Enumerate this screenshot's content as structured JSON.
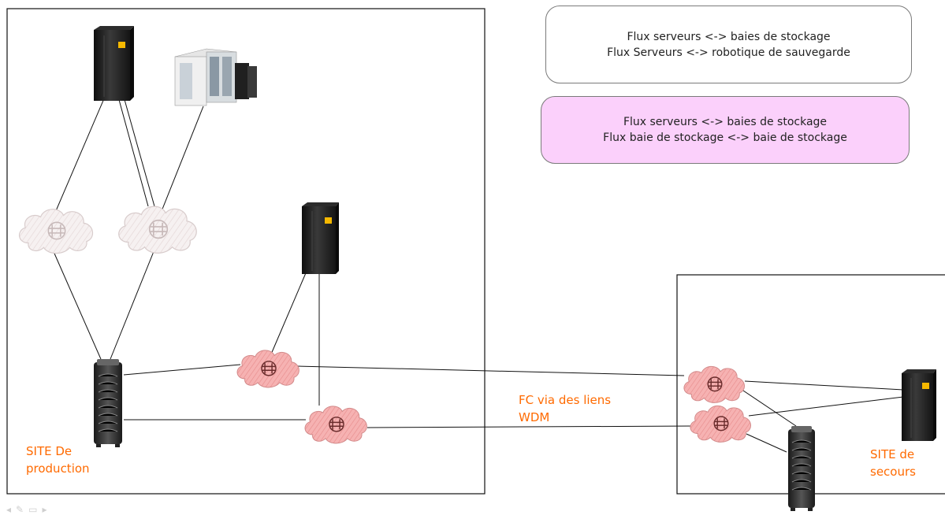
{
  "legend": {
    "box1": {
      "line1": "Flux serveurs <-> baies de stockage",
      "line2": "Flux Serveurs <-> robotique de sauvegarde",
      "fill": "#ffffff"
    },
    "box2": {
      "line1": "Flux serveurs <-> baies de stockage",
      "line2": "Flux baie de stockage <-> baie de stockage",
      "fill": "#fbd0fb"
    }
  },
  "labels": {
    "site_production_line1": "SITE De",
    "site_production_line2": "production",
    "site_secours_line1": "SITE de",
    "site_secours_line2": "secours",
    "fc_line1": "FC via des liens",
    "fc_line2": "WDM"
  },
  "colors": {
    "label_orange": "#ff6a00",
    "cloud_grey": "#f3eeee",
    "cloud_pink": "#f6b2b2",
    "server_dark": "#1e1e1e",
    "server_badge": "#f5b800"
  },
  "icons": {
    "server": "server-tower-icon",
    "storage": "storage-array-icon",
    "tape": "tape-library-icon",
    "san": "san-cloud-icon"
  }
}
